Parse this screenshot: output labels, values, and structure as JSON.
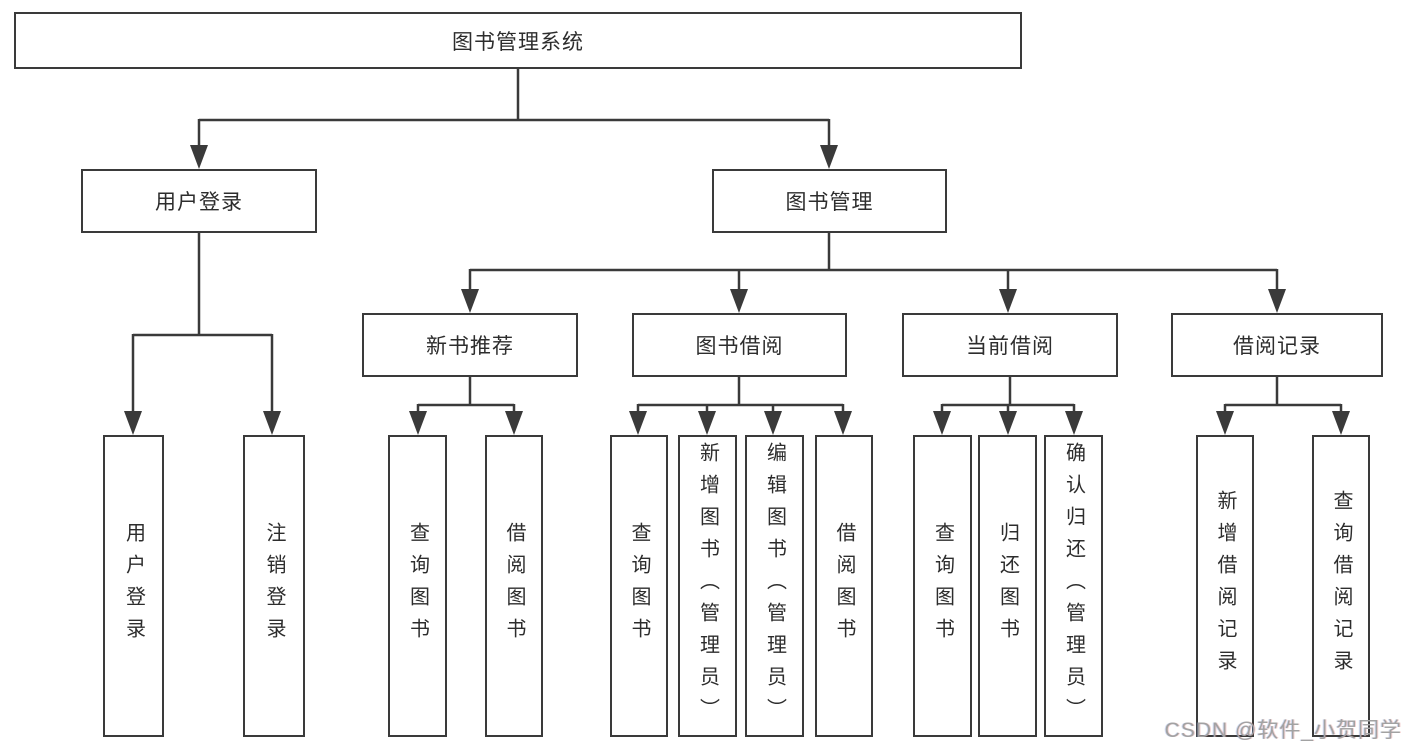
{
  "diagram_title": "图书管理系统",
  "colors": {
    "line": "#3a3a3a",
    "node_border": "#3a3a3a",
    "node_text": "#2d2d2d",
    "background": "#ffffff",
    "watermark_text": "#a2a2a2"
  },
  "tree": {
    "root": {
      "label": "图书管理系统"
    },
    "level2": [
      {
        "label": "用户登录",
        "parent": "图书管理系统"
      },
      {
        "label": "图书管理",
        "parent": "图书管理系统"
      }
    ],
    "level3": [
      {
        "label": "新书推荐",
        "parent": "图书管理"
      },
      {
        "label": "图书借阅",
        "parent": "图书管理"
      },
      {
        "label": "当前借阅",
        "parent": "图书管理"
      },
      {
        "label": "借阅记录",
        "parent": "图书管理"
      }
    ],
    "leaves": [
      {
        "label": "用户登录",
        "parent": "用户登录"
      },
      {
        "label": "注销登录",
        "parent": "用户登录"
      },
      {
        "label": "查询图书",
        "parent": "新书推荐"
      },
      {
        "label": "借阅图书",
        "parent": "新书推荐"
      },
      {
        "label": "查询图书",
        "parent": "图书借阅"
      },
      {
        "label": "新增图书（管理员）",
        "parent": "图书借阅"
      },
      {
        "label": "编辑图书（管理员）",
        "parent": "图书借阅"
      },
      {
        "label": "借阅图书",
        "parent": "图书借阅"
      },
      {
        "label": "查询图书",
        "parent": "当前借阅"
      },
      {
        "label": "归还图书",
        "parent": "当前借阅"
      },
      {
        "label": "确认归还（管理员）",
        "parent": "当前借阅"
      },
      {
        "label": "新增借阅记录",
        "parent": "借阅记录"
      },
      {
        "label": "查询借阅记录",
        "parent": "借阅记录"
      }
    ]
  },
  "watermark": "CSDN @软件_小贺同学"
}
